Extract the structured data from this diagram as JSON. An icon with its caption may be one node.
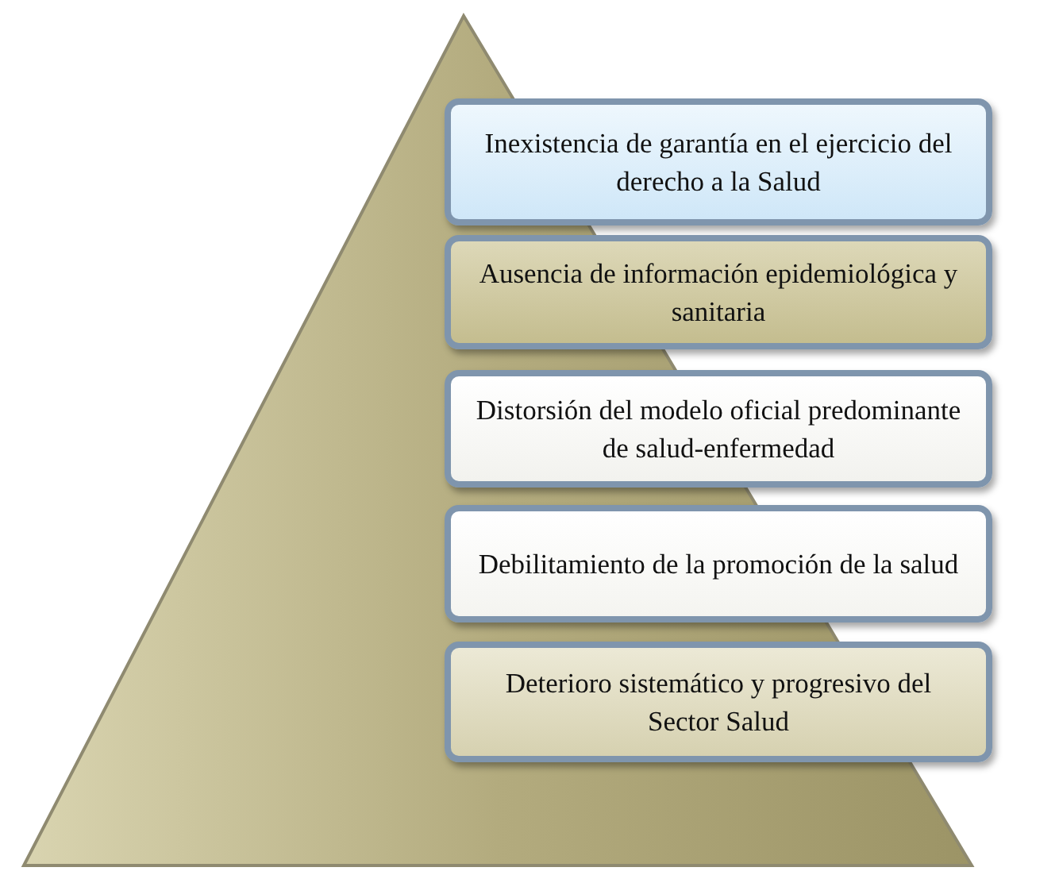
{
  "diagram": {
    "nodes": [
      {
        "text": [
          "Inexistencia de garantía en el ejercicio del derecho a la Salud"
        ]
      },
      {
        "text": [
          "Ausencia de información epidemiológica y sanitaria"
        ]
      },
      {
        "text": [
          "Distorsión del modelo oficial predominante de salud-enfermedad"
        ]
      },
      {
        "text": [
          "Debilitamiento de la promoción de la salud"
        ]
      },
      {
        "text": [
          "Deterioro sistemático y progresivo del Sector Salud"
        ]
      }
    ]
  }
}
